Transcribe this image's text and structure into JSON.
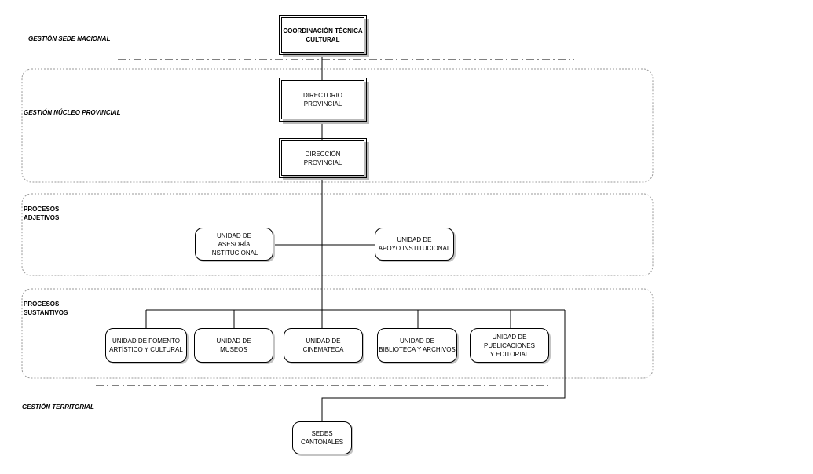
{
  "sections": {
    "sede_nacional": "GESTIÓN SEDE NACIONAL",
    "nucleo_provincial": "GESTIÓN NÚCLEO PROVINCIAL",
    "procesos_adjetivos": "PROCESOS\nADJETIVOS",
    "procesos_sustantivos": "PROCESOS\nSUSTANTIVOS",
    "territorial": "GESTIÓN TERRITORIAL"
  },
  "units": {
    "coordinacion": "COORDINACIÓN TÉCNICA\nCULTURAL",
    "directorio": "DIRECTORIO\nPROVINCIAL",
    "direccion": "DIRECCIÓN\nPROVINCIAL",
    "asesoria": "UNIDAD DE\nASESORÍA INSTITUCIONAL",
    "apoyo": "UNIDAD DE\nAPOYO INSTITUCIONAL",
    "fomento": "UNIDAD DE FOMENTO\nARTÍSTICO Y CULTURAL",
    "museos": "UNIDAD DE\nMUSEOS",
    "cinemateca": "UNIDAD DE\nCINEMATECA",
    "biblioteca": "UNIDAD DE\nBIBLIOTECA Y ARCHIVOS",
    "publicaciones": "UNIDAD DE\nPUBLICACIONES\nY EDITORIAL",
    "sedes": "SEDES\nCANTONALES"
  }
}
